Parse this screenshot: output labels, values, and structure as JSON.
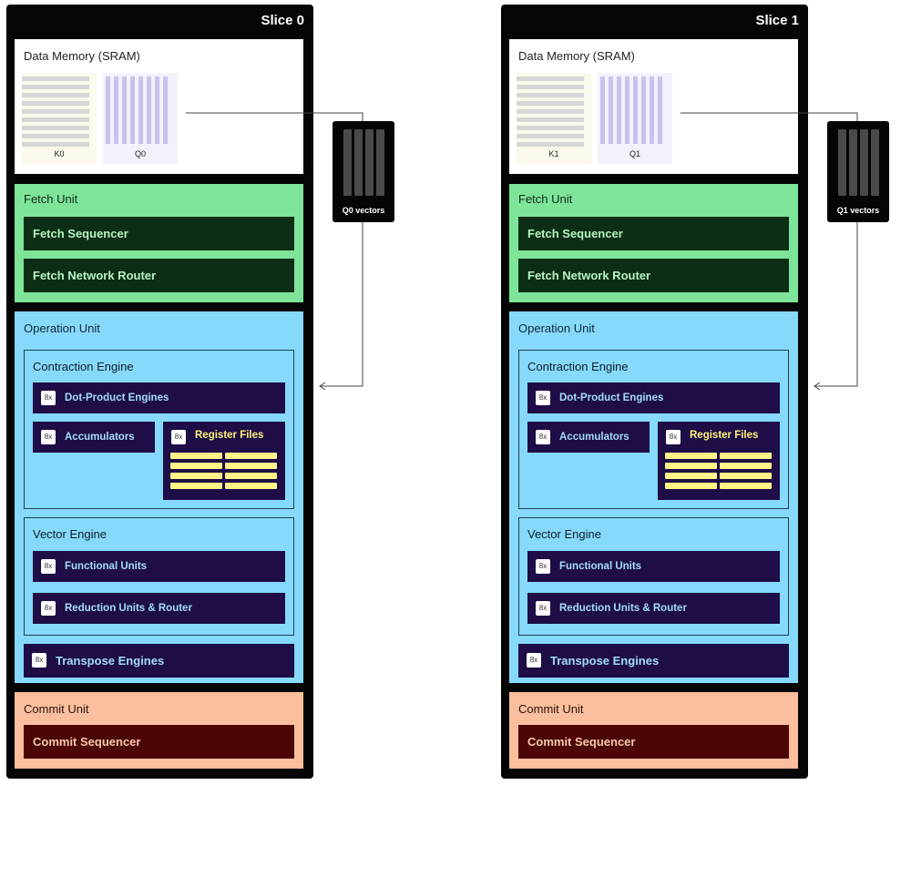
{
  "slices": [
    {
      "title": "Slice 0",
      "memory": {
        "label": "Data Memory (SRAM)",
        "k_label": "K0",
        "q_label": "Q0"
      },
      "vectors_label": "Q0 vectors",
      "fetch": {
        "label": "Fetch Unit",
        "sequencer": "Fetch Sequencer",
        "router": "Fetch Network Router"
      },
      "operation": {
        "label": "Operation Unit",
        "contraction": {
          "label": "Contraction Engine",
          "dot_product": {
            "count": "8x",
            "label": "Dot-Product Engines"
          },
          "accumulators": {
            "count": "8x",
            "label": "Accumulators"
          },
          "register_files": {
            "count": "8x",
            "label": "Register Files"
          }
        },
        "vector": {
          "label": "Vector Engine",
          "functional": {
            "count": "8x",
            "label": "Functional Units"
          },
          "reduction": {
            "count": "8x",
            "label": "Reduction Units & Router"
          }
        },
        "transpose": {
          "count": "8x",
          "label": "Transpose Engines"
        }
      },
      "commit": {
        "label": "Commit Unit",
        "sequencer": "Commit Sequencer"
      }
    },
    {
      "title": "Slice 1",
      "memory": {
        "label": "Data Memory (SRAM)",
        "k_label": "K1",
        "q_label": "Q1"
      },
      "vectors_label": "Q1 vectors",
      "fetch": {
        "label": "Fetch Unit",
        "sequencer": "Fetch Sequencer",
        "router": "Fetch Network Router"
      },
      "operation": {
        "label": "Operation Unit",
        "contraction": {
          "label": "Contraction Engine",
          "dot_product": {
            "count": "8x",
            "label": "Dot-Product Engines"
          },
          "accumulators": {
            "count": "8x",
            "label": "Accumulators"
          },
          "register_files": {
            "count": "8x",
            "label": "Register Files"
          }
        },
        "vector": {
          "label": "Vector Engine",
          "functional": {
            "count": "8x",
            "label": "Functional Units"
          },
          "reduction": {
            "count": "8x",
            "label": "Reduction Units & Router"
          }
        },
        "transpose": {
          "count": "8x",
          "label": "Transpose Engines"
        }
      },
      "commit": {
        "label": "Commit Unit",
        "sequencer": "Commit Sequencer"
      }
    }
  ],
  "colors": {
    "slice_bg": "#050505",
    "fetch_bg": "#7ee49a",
    "operation_bg": "#86d9fb",
    "commit_bg": "#fbbf9e",
    "engine_bar": "#1e0d46",
    "register_cell": "#fff487"
  }
}
